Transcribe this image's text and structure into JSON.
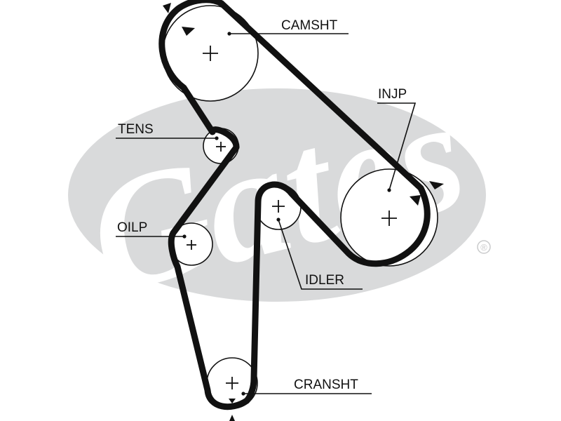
{
  "brand": {
    "watermark": "Gates",
    "registered_mark": "®",
    "watermark_color": "#d9dadb"
  },
  "labels": {
    "camshaft": "CAMSHT",
    "injection_pump": "INJP",
    "tensioner": "TENS",
    "oil_pump": "OILP",
    "idler": "IDLER",
    "crankshaft": "CRANSHT"
  },
  "colors": {
    "belt": "#111111",
    "line": "#111111",
    "background": "#ffffff"
  }
}
